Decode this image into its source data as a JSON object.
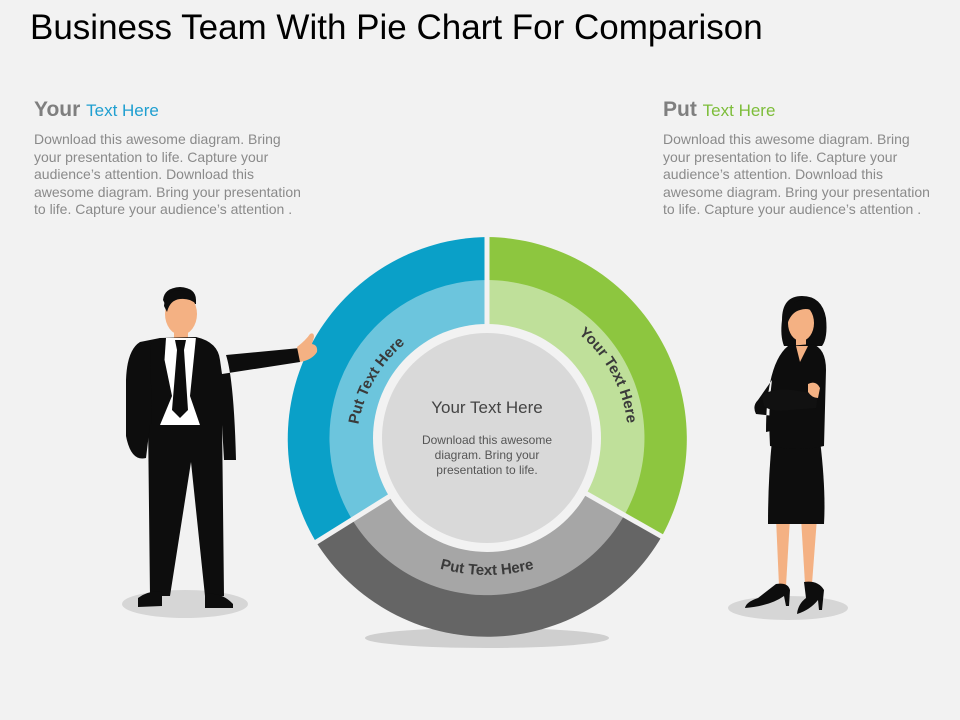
{
  "title": "Business Team With Pie Chart For Comparison",
  "left_block": {
    "heading_strong": "Your",
    "heading_light": "Text Here",
    "body": "Download this awesome diagram. Bring your presentation to life. Capture your audience’s attention. Download this awesome diagram. Bring your presentation to life. Capture your audience’s attention ."
  },
  "right_block": {
    "heading_strong": "Put",
    "heading_light": "Text Here",
    "body": "Download this awesome diagram. Bring your presentation to life. Capture your audience’s attention. Download this awesome diagram. Bring your presentation to life. Capture your audience’s attention ."
  },
  "ring": {
    "segments": [
      {
        "label": "Put Text Here",
        "outer_color": "#0aa0c8",
        "inner_color": "#6cc5dd"
      },
      {
        "label": "Your Text Here",
        "outer_color": "#8dc63f",
        "inner_color": "#bfe09a"
      },
      {
        "label": "Put Text Here",
        "outer_color": "#656565",
        "inner_color": "#a6a6a6"
      }
    ],
    "center_title": "Your Text Here",
    "center_body": "Download this awesome diagram. Bring your presentation to life."
  },
  "colors": {
    "background": "#f2f2f2",
    "label_text": "#3a3a3a",
    "suit": "#0d0d0d",
    "skin": "#f4b183"
  }
}
